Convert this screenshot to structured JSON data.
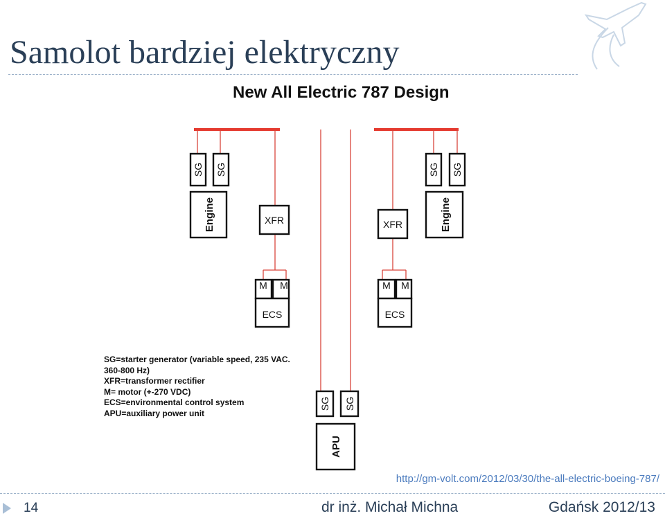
{
  "slide": {
    "title": "Samolot bardziej elektryczny",
    "page_number": "14",
    "author": "dr inż. Michał Michna",
    "place_year": "Gdańsk 2012/13",
    "source_url": "http://gm-volt.com/2012/03/30/the-all-electric-boeing-787/",
    "logo_icon": "airplane-icon"
  },
  "diagram": {
    "title": "New All Electric 787 Design",
    "labels": {
      "sg": "SG",
      "engine": "Engine",
      "xfr": "XFR",
      "m": "M",
      "ecs": "ECS",
      "apu": "APU"
    },
    "line_color": "#d9453b",
    "bus_color": "#e53a2f",
    "legend": [
      "SG=starter generator (variable speed, 235 VAC.",
      "360-800 Hz)",
      "XFR=transformer rectifier",
      "M= motor (+-270 VDC)",
      "ECS=environmental control system",
      "APU=auxiliary power unit"
    ]
  },
  "colors": {
    "title": "#2a3f57",
    "link": "#4b7bbe",
    "rule": "#9ab0c8"
  }
}
